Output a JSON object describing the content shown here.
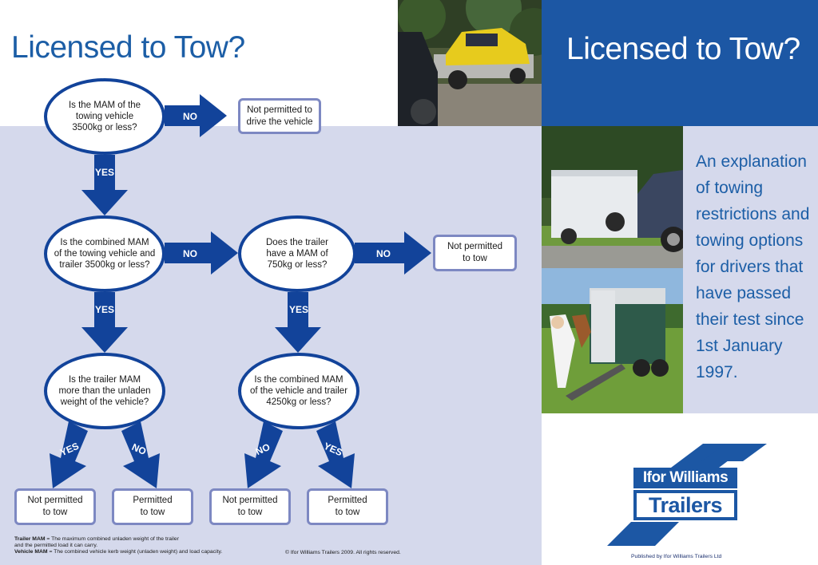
{
  "titles": {
    "left": "Licensed to Tow?",
    "right": "Licensed to Tow?"
  },
  "explanation": {
    "lines": [
      "An explanation",
      "of towing",
      "restrictions and",
      "towing options",
      "for drivers that",
      "have passed",
      "their test since",
      "1st January",
      "1997."
    ]
  },
  "flow": {
    "q1": [
      "Is the MAM of the",
      "towing vehicle",
      "3500kg or less?"
    ],
    "q2": [
      "Is the combined MAM",
      "of the towing vehicle and",
      "trailer 3500kg or less?"
    ],
    "q3": [
      "Does the trailer",
      "have a MAM of",
      "750kg or less?"
    ],
    "q4": [
      "Is the trailer MAM",
      "more than the unladen",
      "weight of the vehicle?"
    ],
    "q5": [
      "Is the combined MAM",
      "of the vehicle and trailer",
      "4250kg or less?"
    ],
    "r1": [
      "Not permitted to",
      "drive the vehicle"
    ],
    "r2": [
      "Not permitted",
      "to tow"
    ],
    "r3": [
      "Not permitted",
      "to tow"
    ],
    "r4": [
      "Permitted",
      "to tow"
    ],
    "r5": [
      "Not permitted",
      "to tow"
    ],
    "r6": [
      "Permitted",
      "to tow"
    ],
    "labels": {
      "no": "NO",
      "yes": "YES"
    }
  },
  "footnotes": {
    "trailer_term": "Trailer MAM",
    "trailer_def": " = The maximum combined unladen weight of the trailer",
    "trailer_def2": "and the permitted load it can carry.",
    "vehicle_term": "Vehicle MAM",
    "vehicle_def": " = The combined vehicle kerb weight (unladen weight) and load capacity."
  },
  "copyright": "© Ifor Williams Trailers 2009. All rights reserved.",
  "published": "Published by Ifor Williams Trailers Ltd",
  "logo": {
    "line1": "Ifor Williams",
    "line2": "Trailers"
  },
  "colors": {
    "accent_blue": "#1c57a4",
    "arrow_blue": "#12439a",
    "panel_lavender": "#d5d9ec"
  }
}
